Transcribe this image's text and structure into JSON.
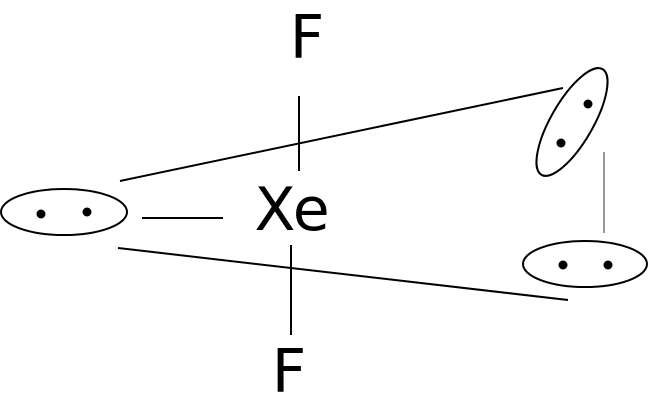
{
  "diagram": {
    "central_atom": "Xe",
    "top_atom": "F",
    "bottom_atom": "F",
    "line_color": "#000000",
    "background_color": "#ffffff"
  }
}
